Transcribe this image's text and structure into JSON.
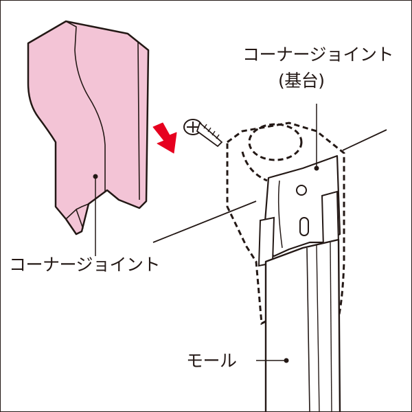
{
  "labels": {
    "corner_joint_base_line1": "コーナージョイント",
    "corner_joint_base_line2": "(基台)",
    "corner_joint_cover": "コーナージョイント",
    "molding": "モール"
  },
  "colors": {
    "cover_fill": "#f3c4d6",
    "arrow": "#e6001f",
    "line": "#231815",
    "background": "#ffffff"
  },
  "icons": {
    "screw": "screw-icon",
    "arrow": "arrow-right-icon"
  }
}
